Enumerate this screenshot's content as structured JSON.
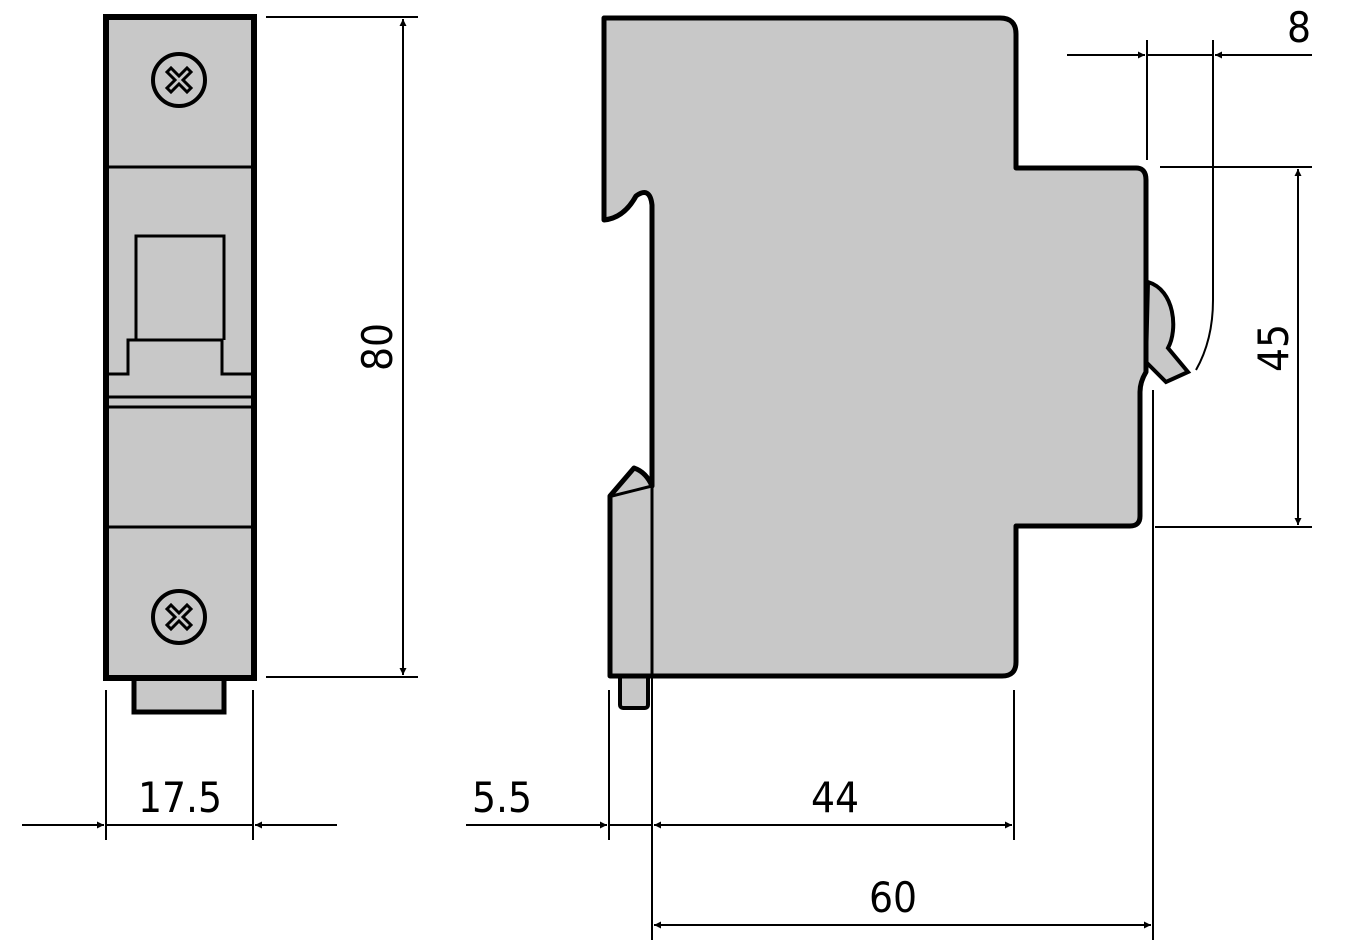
{
  "dimensions": {
    "height_total": "80",
    "width_front": "17.5",
    "offset_rail": "5.5",
    "depth_body": "44",
    "depth_total": "60",
    "toggle_height": "45",
    "toggle_protrusion": "8"
  },
  "colors": {
    "body_fill": "#c8c8c8",
    "outline": "#000000",
    "background": "#ffffff"
  },
  "icons": {
    "terminal_screw": "screw-head-icon"
  }
}
